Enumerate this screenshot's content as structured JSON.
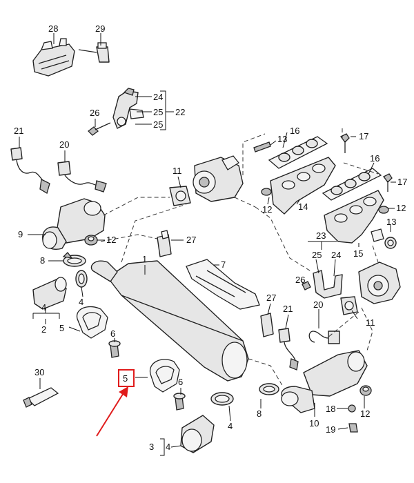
{
  "labels": {
    "l28": "28",
    "l29": "29",
    "l24a": "24",
    "l26a": "26",
    "l25a": "25",
    "l22": "22",
    "l25b": "25",
    "l21a": "21",
    "l20a": "20",
    "l11a": "11",
    "l13a": "13",
    "l16a": "16",
    "l17a": "17",
    "l16b": "16",
    "l17b": "17",
    "l12a": "12",
    "l14": "14",
    "l9": "9",
    "l12b": "12",
    "l27a": "27",
    "l12c": "12",
    "l13b": "13",
    "l15": "15",
    "l8a": "8",
    "l1": "1",
    "l7": "7",
    "l23": "23",
    "l25c": "25",
    "l24b": "24",
    "l4a": "4",
    "l4b": "4",
    "l2": "2",
    "l26b": "26",
    "l27b": "27",
    "l21b": "21",
    "l20b": "20",
    "l11b": "11",
    "l5a": "5",
    "l6a": "6",
    "l30": "30",
    "l5b": "5",
    "l6b": "6",
    "l8b": "8",
    "l4c": "4",
    "l10": "10",
    "l18": "18",
    "l12d": "12",
    "l19": "19",
    "l3": "3",
    "l4d": "4"
  },
  "highlight": {
    "color": "#e01b1b",
    "target_label": "5"
  }
}
